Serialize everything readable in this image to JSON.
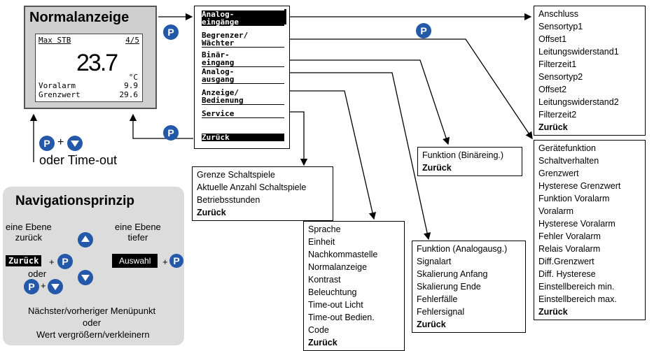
{
  "display": {
    "title": "Normalanzeige",
    "top_left": "Max STB",
    "top_right": "4/5",
    "value": "23.7",
    "unit": "°C",
    "row1_label": "Voralarm",
    "row1_value": "9.9",
    "row2_label": "Grenzwert",
    "row2_value": "29.6"
  },
  "keys": {
    "p": "P",
    "plus": "+"
  },
  "back_hint": "oder Time-out",
  "menu": {
    "items": [
      "Analog-\neingänge",
      "Begrenzer/\nWächter",
      "Binär-\neingang",
      "Analog-\nausgang",
      "Anzeige/\nBedienung",
      "Service",
      "Zurück"
    ]
  },
  "boxes": {
    "analog_in": [
      "Anschluss",
      "Sensortyp1",
      "Offset1",
      "Leitungswiderstand1",
      "Filterzeit1",
      "Sensortyp2",
      "Offset2",
      "Leitungswiderstand2",
      "Filterzeit2",
      "Zurück"
    ],
    "begrenzer": [
      "Gerätefunktion",
      "Schaltverhalten",
      "Grenzwert",
      "Hysterese Grenzwert",
      "Funktion Voralarm",
      "Voralarm",
      "Hysterese Voralarm",
      "Fehler Voralarm",
      "Relais Voralarm",
      "Diff.Grenzwert",
      "Diff. Hysterese",
      "Einstellbereich min.",
      "Einstellbereich max.",
      "Zurück"
    ],
    "binaer": [
      "Funktion (Binäreing.)",
      "Zurück"
    ],
    "analog_out": [
      "Funktion (Analogausg.)",
      "Signalart",
      "Skalierung Anfang",
      "Skalierung Ende",
      "Fehlerfälle",
      "Fehlersignal",
      "Zurück"
    ],
    "anzeige": [
      "Sprache",
      "Einheit",
      "Nachkommastelle",
      "Normalanzeige",
      "Kontrast",
      "Beleuchtung",
      "Time-out Licht",
      "Time-out Bedien.",
      "Code",
      "Zurück"
    ],
    "service": [
      "Grenze Schaltspiele",
      "Aktuelle Anzahl Schaltspiele",
      "Betriebsstunden",
      "Zurück"
    ]
  },
  "navigation": {
    "title": "Navigationsprinzip",
    "back_label": "eine Ebene\nzurück",
    "deeper_label": "eine Ebene\ntiefer",
    "zurueck_btn": "Zurück",
    "auswahl_btn": "Auswahl",
    "oder": "oder",
    "bottom_line1": "Nächster/vorheriger Menüpunkt",
    "bottom_line2": "oder",
    "bottom_line3": "Wert vergrößern/verkleinern"
  }
}
